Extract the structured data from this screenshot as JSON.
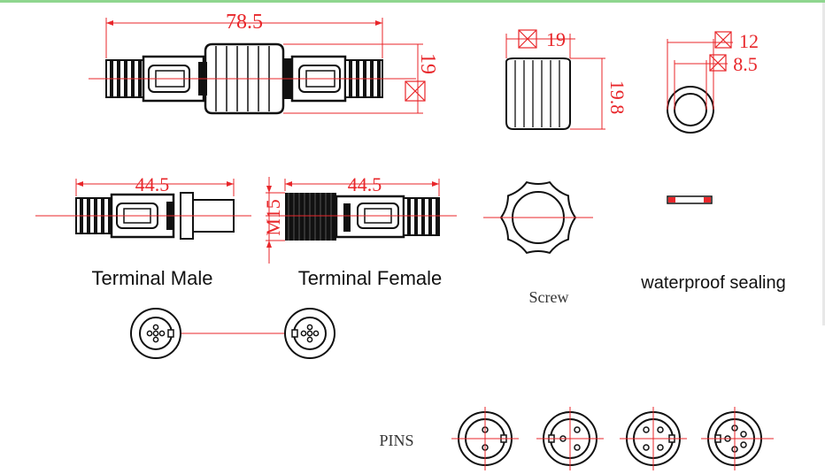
{
  "dimensions": {
    "overall_length": "78.5",
    "body_diameter": "19",
    "nut_width": "19",
    "nut_height": "19.8",
    "ring_outer": "12",
    "ring_inner": "8.5",
    "male_length": "44.5",
    "female_length": "44.5",
    "thread": "M15"
  },
  "labels": {
    "terminal_male": "Terminal Male",
    "terminal_female": "Terminal Female",
    "screw": "Screw",
    "waterproof_sealing": "waterproof sealing",
    "pins": "PINS"
  },
  "colors": {
    "dimension": "#e8262a",
    "outline": "#111111",
    "sealing_fill": "#e8262a"
  }
}
